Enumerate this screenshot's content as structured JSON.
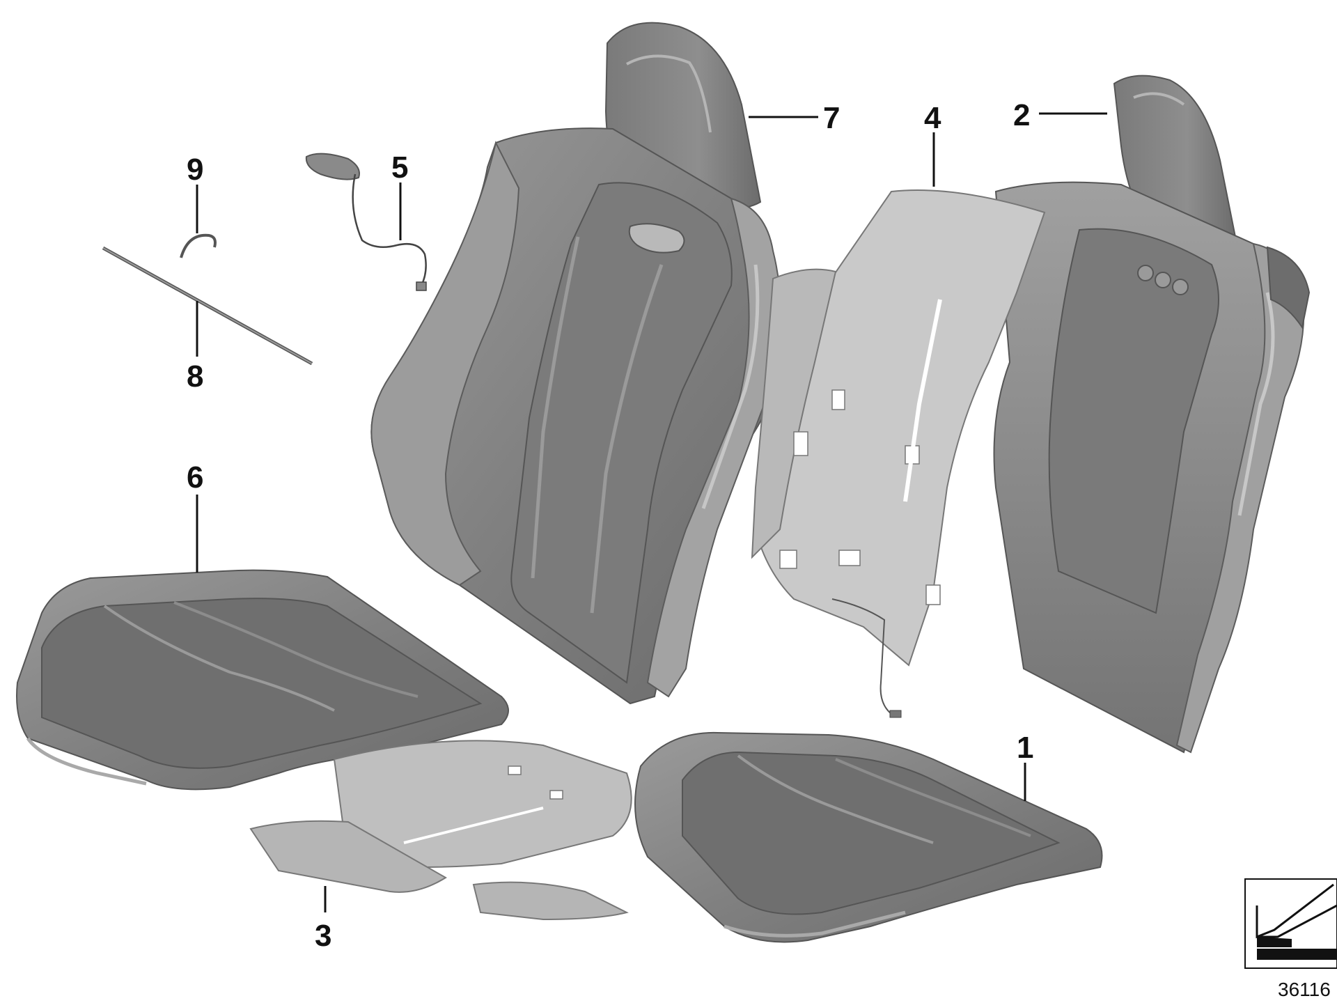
{
  "callouts": {
    "c1": "1",
    "c2": "2",
    "c3": "3",
    "c4": "4",
    "c5": "5",
    "c6": "6",
    "c7": "7",
    "c8": "8",
    "c9": "9"
  },
  "reference_number": "36116",
  "colors": {
    "upholstery": "#8a8a8a",
    "upholstery_dark": "#6e6e6e",
    "upholstery_light": "#a6a6a6",
    "foam_pad": "#c9c9c9",
    "foam_outline": "#777777",
    "outline": "#555555",
    "label": "#111111"
  },
  "icons": {
    "orientation": "arrow-tray-icon"
  }
}
